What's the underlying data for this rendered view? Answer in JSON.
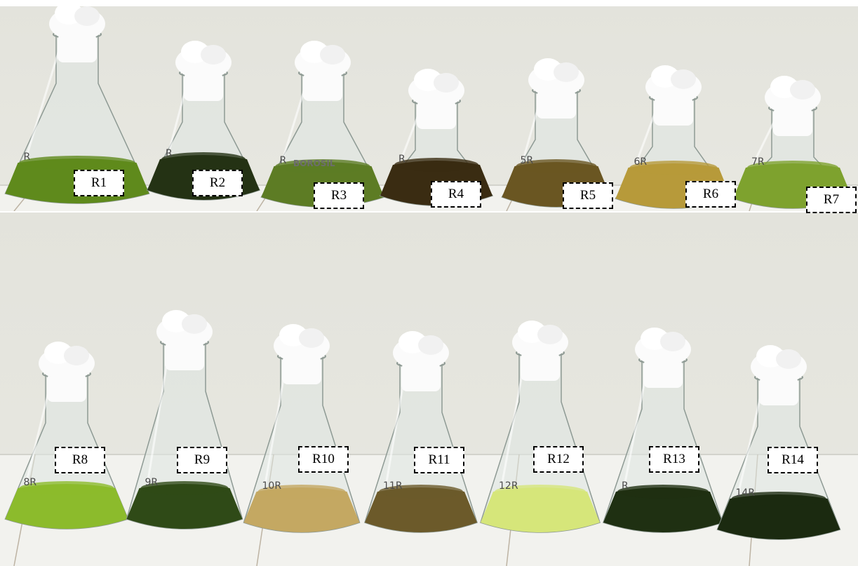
{
  "figure": {
    "top_row": [
      {
        "label": "R1",
        "liquid_color": "#5f8a1c",
        "mark": "R"
      },
      {
        "label": "R2",
        "liquid_color": "#243214",
        "mark": "R"
      },
      {
        "label": "R3",
        "liquid_color": "#5d7c24",
        "mark": "R"
      },
      {
        "label": "R4",
        "liquid_color": "#3a2c12",
        "mark": "R"
      },
      {
        "label": "R5",
        "liquid_color": "#6a5622",
        "mark": "5R"
      },
      {
        "label": "R6",
        "liquid_color": "#b79a3a",
        "mark": "6R"
      },
      {
        "label": "R7",
        "liquid_color": "#7ea22e",
        "mark": "7R"
      }
    ],
    "bottom_row": [
      {
        "label": "R8",
        "liquid_color": "#8cbb2c",
        "mark": "8R"
      },
      {
        "label": "R9",
        "liquid_color": "#2f4a17",
        "mark": "9R"
      },
      {
        "label": "R10",
        "liquid_color": "#c4a862",
        "mark": "10R"
      },
      {
        "label": "R11",
        "liquid_color": "#6c5a2a",
        "mark": "11R"
      },
      {
        "label": "R12",
        "liquid_color": "#d6e67a",
        "mark": "12R"
      },
      {
        "label": "R13",
        "liquid_color": "#1f3012",
        "mark": "R"
      },
      {
        "label": "R14",
        "liquid_color": "#1b2a10",
        "mark": "14R"
      }
    ],
    "flask_brand_mark": "BOROSIL",
    "colors": {
      "wall": "#e8e8e1",
      "floor": "#f2f2ee",
      "cotton": "#fbfbfb",
      "glass": "#dfe6e2"
    }
  }
}
